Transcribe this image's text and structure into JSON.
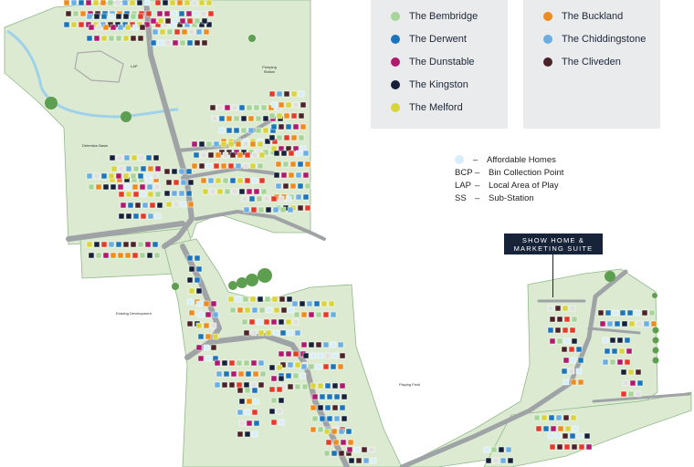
{
  "legend": {
    "house_types": [
      {
        "label": "The Bembridge",
        "color": "#a6d49a"
      },
      {
        "label": "The Derwent",
        "color": "#1c74bb"
      },
      {
        "label": "The Dunstable",
        "color": "#b0196e"
      },
      {
        "label": "The Kingston",
        "color": "#16203a"
      },
      {
        "label": "The Melford",
        "color": "#d8d43a"
      },
      {
        "label": "The Buckland",
        "color": "#ef8b1e"
      },
      {
        "label": "The Chiddingstone",
        "color": "#6aaee4"
      },
      {
        "label": "The Cliveden",
        "color": "#4a2228"
      }
    ]
  },
  "key": {
    "affordable": {
      "dash": "–",
      "label": "Affordable Homes"
    },
    "items": [
      {
        "abbr": "BCP",
        "dash": "–",
        "label": "Bin Collection Point"
      },
      {
        "abbr": "LAP",
        "dash": "–",
        "label": "Local Area of Play"
      },
      {
        "abbr": "SS",
        "dash": "–",
        "label": "Sub-Station"
      }
    ]
  },
  "callout": {
    "line1": "SHOW HOME &",
    "line2": "MARKETING SUITE"
  },
  "map_labels": {
    "lap": "LAP",
    "pumping_station": "Pumping Station",
    "detention_basin": "Detention Basin",
    "existing_development": "Existing Development",
    "playing_field": "Playing Field"
  }
}
